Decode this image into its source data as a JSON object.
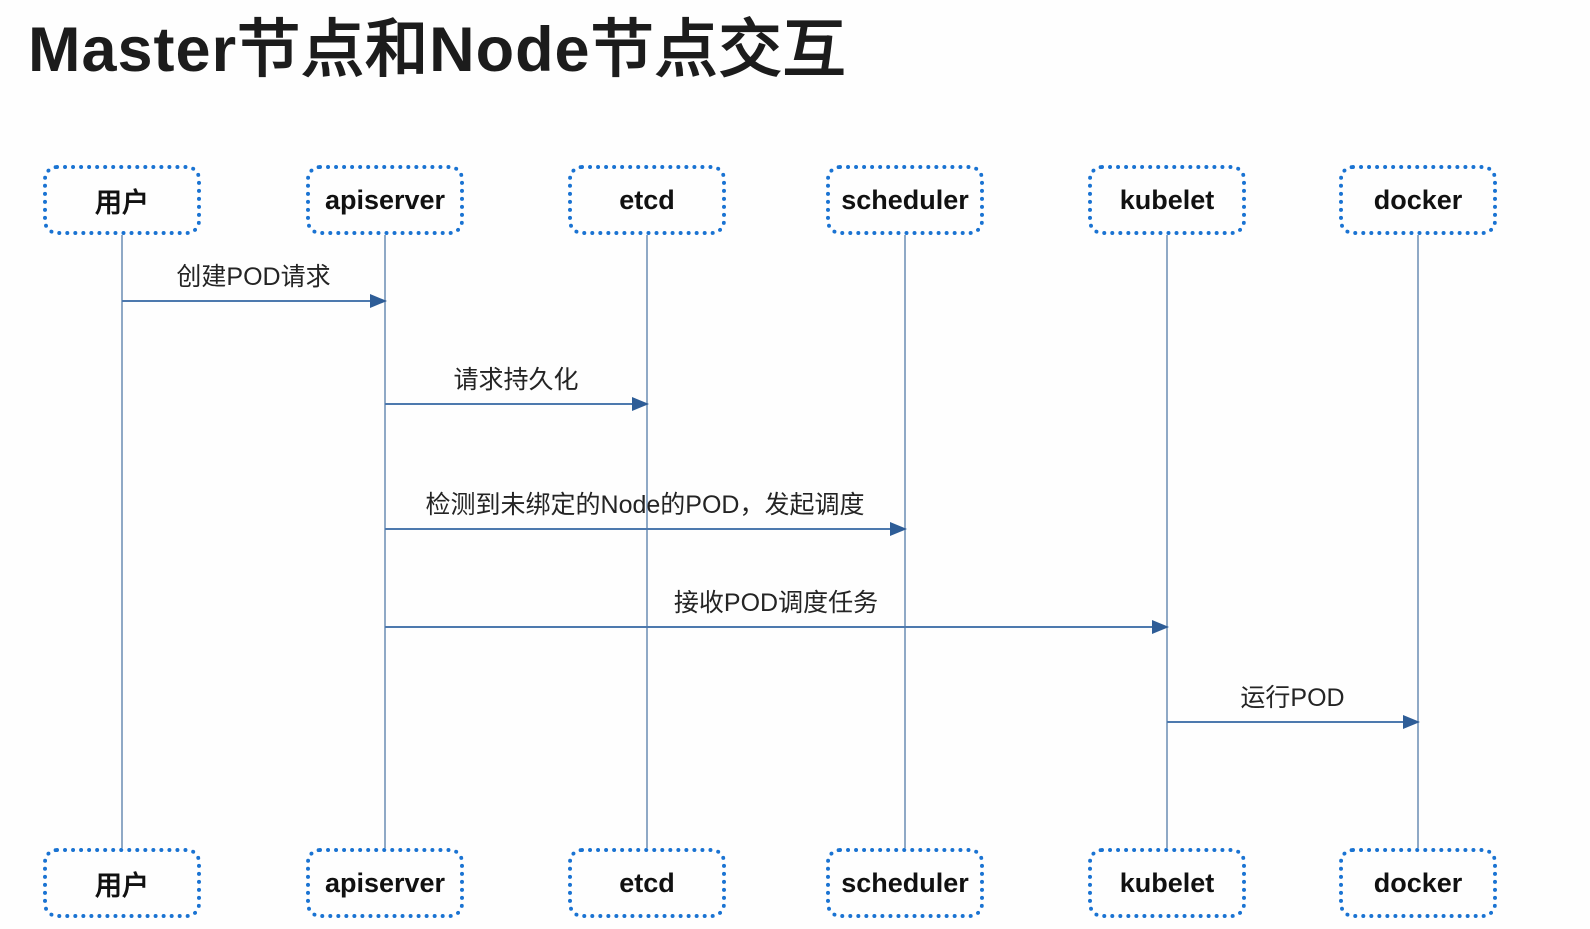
{
  "title": "Master节点和Node节点交互",
  "diagram_type": "sequence-diagram",
  "actors": [
    {
      "label": "用户"
    },
    {
      "label": "apiserver"
    },
    {
      "label": "etcd"
    },
    {
      "label": "scheduler"
    },
    {
      "label": "kubelet"
    },
    {
      "label": "docker"
    }
  ],
  "messages": [
    {
      "from": "用户",
      "to": "apiserver",
      "text": "创建POD请求"
    },
    {
      "from": "apiserver",
      "to": "etcd",
      "text": "请求持久化"
    },
    {
      "from": "apiserver",
      "to": "scheduler",
      "text": "检测到未绑定的Node的POD，发起调度"
    },
    {
      "from": "apiserver",
      "to": "kubelet",
      "text": "接收POD调度任务"
    },
    {
      "from": "kubelet",
      "to": "docker",
      "text": "运行POD"
    }
  ],
  "colors": {
    "box_border": "#1a73d2",
    "lifeline": "#8fa9c6",
    "arrow_line": "#4d79ae",
    "arrow_head": "#2e5d97",
    "title_text": "#1c1c1c",
    "label_text": "#242424",
    "background": "#fefefe"
  }
}
